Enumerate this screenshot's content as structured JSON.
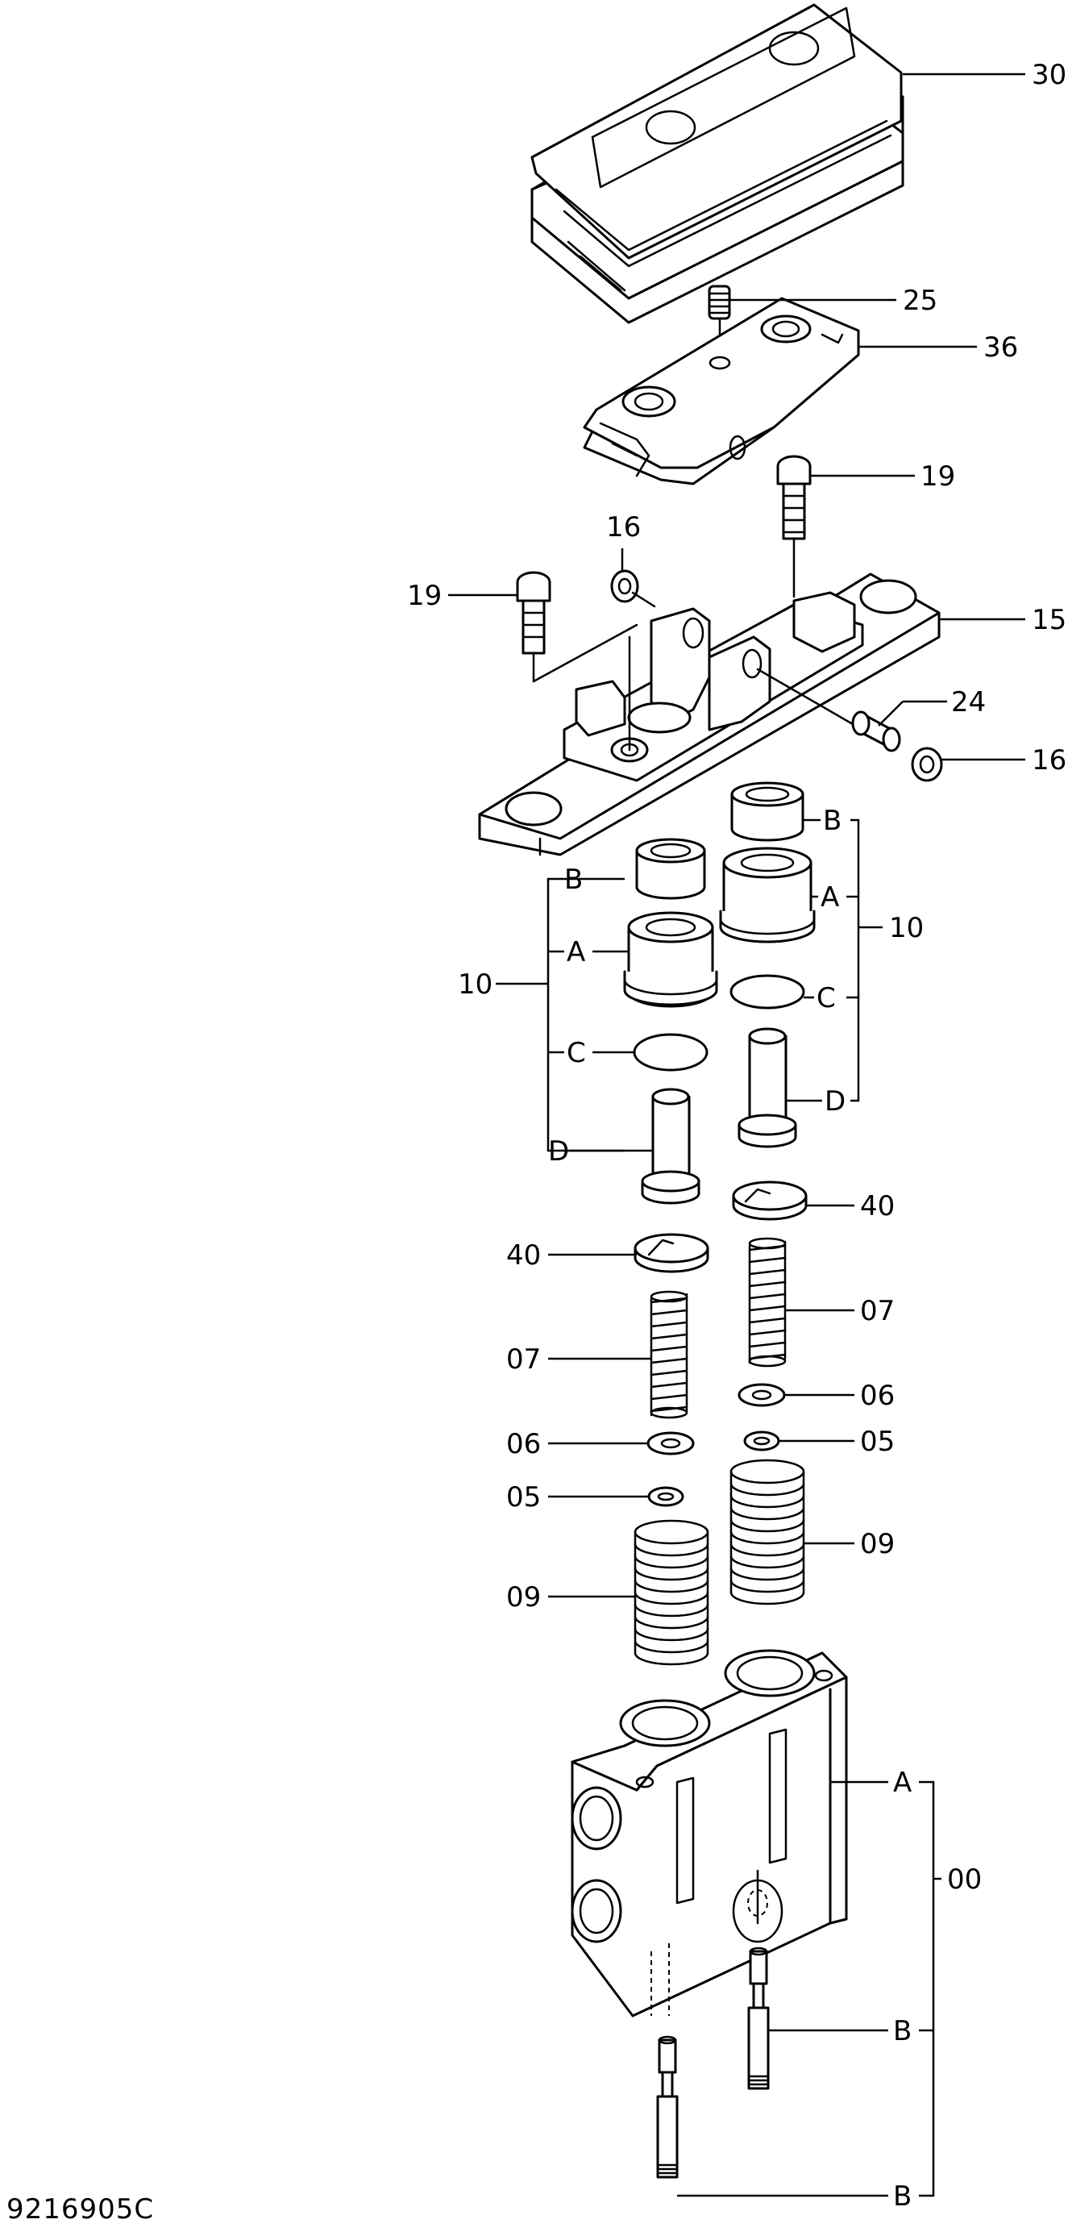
{
  "drawing_code": "9216905C",
  "callouts": {
    "c30": "30",
    "c25": "25",
    "c36": "36",
    "c19_right": "19",
    "c16_top": "16",
    "c19_left": "19",
    "c15": "15",
    "c24": "24",
    "c16_right": "16",
    "c10_left": "10",
    "c10_right": "10",
    "c40_left": "40",
    "c40_right": "40",
    "c07_left": "07",
    "c07_right": "07",
    "c06_left": "06",
    "c06_right": "06",
    "c05_left": "05",
    "c05_right": "05",
    "c09_left": "09",
    "c09_right": "09",
    "c00": "00"
  },
  "sub_labels": {
    "left_B": "B",
    "left_A": "A",
    "left_C": "C",
    "left_D": "D",
    "right_B": "B",
    "right_A": "A",
    "right_C": "C",
    "right_D": "D",
    "body_A": "A",
    "body_B_upper": "B",
    "body_B_lower": "B"
  }
}
